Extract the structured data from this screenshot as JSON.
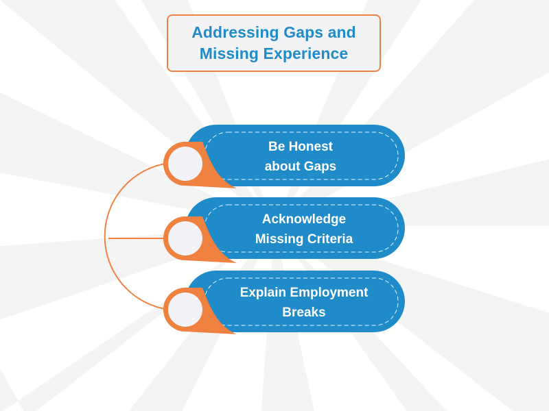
{
  "title": {
    "line1": "Addressing Gaps and",
    "line2": "Missing Experience"
  },
  "items": [
    {
      "line1": "Be Honest",
      "line2": "about Gaps",
      "icon": "circle-node-icon"
    },
    {
      "line1": "Acknowledge",
      "line2": "Missing Criteria",
      "icon": "circle-node-icon"
    },
    {
      "line1": "Explain Employment",
      "line2": "Breaks",
      "icon": "circle-node-icon"
    }
  ],
  "colors": {
    "accent_blue": "#1f8bc9",
    "accent_orange": "#ef8240",
    "node_fill": "#f3f3f7",
    "background_ray": "#f4f4f5",
    "background": "#ffffff"
  }
}
